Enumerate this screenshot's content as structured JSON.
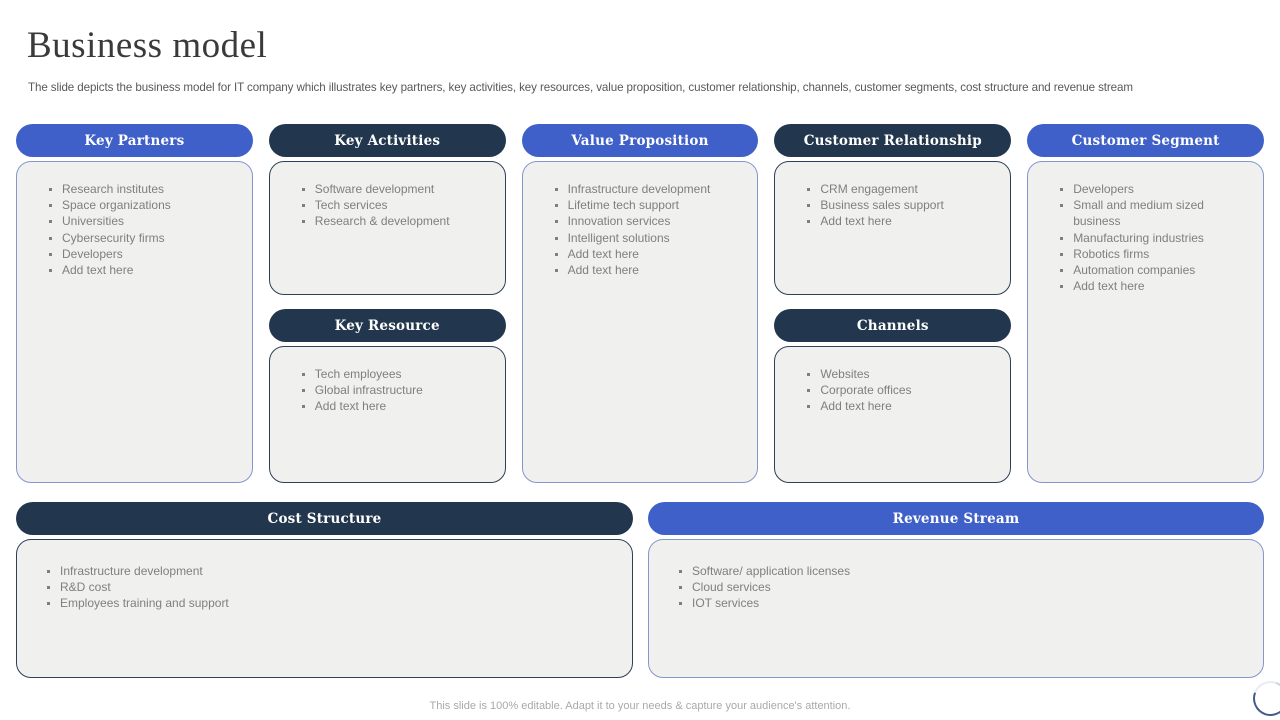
{
  "header": {
    "title": "Business model",
    "subtitle": "The slide depicts the business model for IT company which illustrates key partners, key activities, key resources, value proposition, customer relationship, channels, customer segments, cost structure and revenue stream"
  },
  "canvas": {
    "columns": [
      {
        "sections": [
          {
            "title": "Key Partners",
            "theme": "blue",
            "items": [
              "Research institutes",
              "Space organizations",
              "Universities",
              "Cybersecurity firms",
              "Developers",
              "Add text here"
            ]
          }
        ]
      },
      {
        "sections": [
          {
            "title": "Key Activities",
            "theme": "navy",
            "items": [
              "Software development",
              "Tech services",
              "Research & development"
            ]
          },
          {
            "title": "Key Resource",
            "theme": "navy",
            "items": [
              "Tech employees",
              "Global infrastructure",
              "Add text here"
            ]
          }
        ]
      },
      {
        "sections": [
          {
            "title": "Value Proposition",
            "theme": "blue",
            "items": [
              "Infrastructure development",
              "Lifetime tech support",
              "Innovation services",
              "Intelligent solutions",
              "Add text here",
              "Add text here"
            ]
          }
        ]
      },
      {
        "sections": [
          {
            "title": "Customer Relationship",
            "theme": "navy",
            "items": [
              "CRM engagement",
              "Business sales support",
              "Add text here"
            ]
          },
          {
            "title": "Channels",
            "theme": "navy",
            "items": [
              "Websites",
              "Corporate offices",
              "Add text here"
            ]
          }
        ]
      },
      {
        "sections": [
          {
            "title": "Customer Segment",
            "theme": "blue",
            "items": [
              "Developers",
              "Small and medium sized business",
              "Manufacturing industries",
              "Robotics firms",
              "Automation companies",
              "Add text here"
            ]
          }
        ]
      }
    ]
  },
  "bottom": {
    "cost": {
      "title": "Cost Structure",
      "theme": "navy",
      "items": [
        "Infrastructure development",
        "R&D cost",
        "Employees training and support"
      ]
    },
    "revenue": {
      "title": "Revenue Stream",
      "theme": "blue",
      "items": [
        "Software/ application licenses",
        "Cloud services",
        "IOT services"
      ]
    }
  },
  "footer": {
    "note": "This slide is 100% editable. Adapt it to your needs & capture your audience's attention."
  },
  "colors": {
    "blue": "#3F60C9",
    "navy": "#22374D",
    "body_bg": "#F0F0EE",
    "blue_border": "#8496CE",
    "navy_border": "#2C4156",
    "bullet_text": "#7F7F7F",
    "title_text": "#3A3A3A",
    "subtitle_text": "#595959",
    "footer_text": "#A9A9A9"
  }
}
